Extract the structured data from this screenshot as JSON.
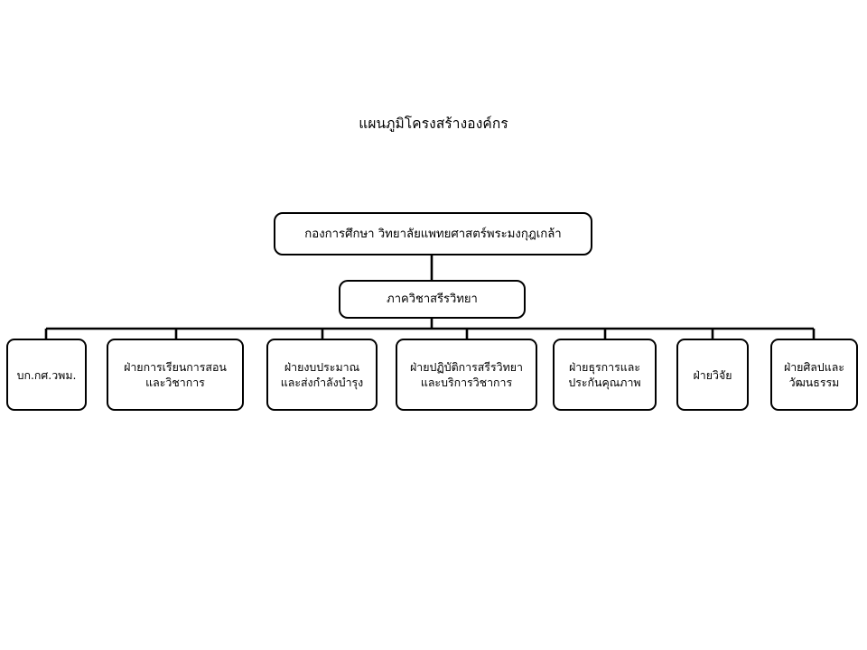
{
  "page": {
    "title": "แผนภูมิโครงสร้างองค์กร",
    "background_color": "#ffffff",
    "line_color": "#000000",
    "box_fill_color": "#ffffff",
    "text_color": "#000000"
  },
  "chart_data": {
    "type": "diagram",
    "diagram_type": "organization-chart",
    "title": "แผนภูมิโครงสร้างองค์กร",
    "orientation": "top-down",
    "levels": 3,
    "nodes": [
      {
        "id": "root",
        "level": 1,
        "label": "กองการศึกษา วิทยาลัยแพทยศาสตร์พระมงกุฎเกล้า",
        "parent": null
      },
      {
        "id": "dept",
        "level": 2,
        "label": "ภาควิชาสรีรวิทยา",
        "parent": "root"
      },
      {
        "id": "unit-1",
        "level": 3,
        "label": "บก.กศ.วพม.",
        "parent": "dept"
      },
      {
        "id": "unit-2",
        "level": 3,
        "label": "ฝ่ายการเรียนการสอน\nและวิชาการ",
        "parent": "dept"
      },
      {
        "id": "unit-3",
        "level": 3,
        "label": "ฝ่ายงบประมาณ\nและส่งกำลังบำรุง",
        "parent": "dept"
      },
      {
        "id": "unit-4",
        "level": 3,
        "label": "ฝ่ายปฏิบัติการสรีรวิทยา\nและบริการวิชาการ",
        "parent": "dept"
      },
      {
        "id": "unit-5",
        "level": 3,
        "label": "ฝ่ายธุรการและ\nประกันคุณภาพ",
        "parent": "dept"
      },
      {
        "id": "unit-6",
        "level": 3,
        "label": "ฝ่ายวิจัย",
        "parent": "dept"
      },
      {
        "id": "unit-7",
        "level": 3,
        "label": "ฝ่ายศิลปและ\nวัฒนธรรม",
        "parent": "dept"
      }
    ],
    "edges": [
      {
        "from": "root",
        "to": "dept"
      },
      {
        "from": "dept",
        "to": "unit-1"
      },
      {
        "from": "dept",
        "to": "unit-2"
      },
      {
        "from": "dept",
        "to": "unit-3"
      },
      {
        "from": "dept",
        "to": "unit-4"
      },
      {
        "from": "dept",
        "to": "unit-5"
      },
      {
        "from": "dept",
        "to": "unit-6"
      },
      {
        "from": "dept",
        "to": "unit-7"
      }
    ]
  }
}
